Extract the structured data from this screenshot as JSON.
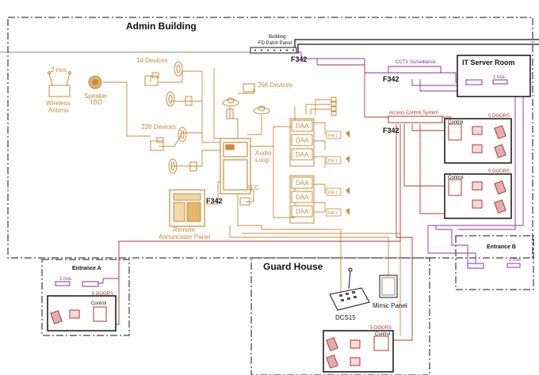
{
  "rooms": {
    "admin": "Admin Building",
    "guard": "Guard House",
    "it_server": "IT Server Room",
    "entrance_a": "Entrance A",
    "entrance_b": "Entrance B"
  },
  "patch_panel": {
    "line1": "Building",
    "line2": "FD Patch Panel",
    "tag": "F342"
  },
  "cctv": {
    "label": "CCTV Surveillance",
    "tag": "F342"
  },
  "access": {
    "label": "Access Control System",
    "tag": "F342"
  },
  "devices": {
    "fourteen": "14 Devices",
    "two_twenty_eight": "228 Devices",
    "two_sixty_six": "266 Devices",
    "wireless_qty": "2 nos.",
    "wireless_l1": "Wireless",
    "wireless_l2": "Antena",
    "speaker_l1": "Speaker",
    "speaker_l2": "TBD",
    "audio_l1": "Audio",
    "audio_l2": "Loop",
    "slc": "SLC",
    "panel_tag": "F342",
    "remote_l1": "Remote",
    "remote_l2": "Annunciator Panel",
    "daa": "DAA",
    "fm": "FM-1"
  },
  "doors": {
    "label": "5 DOORS",
    "control": "Control",
    "nos1": "1 nos.",
    "nos2": "2 nos."
  },
  "guard_items": {
    "dcs": "DCS15",
    "mimic": "Mimic Panel"
  },
  "colors": {
    "fire": "#c98b3a",
    "cctv": "#8a2fa0",
    "access": "#b0342e",
    "boundary": "#111111"
  }
}
